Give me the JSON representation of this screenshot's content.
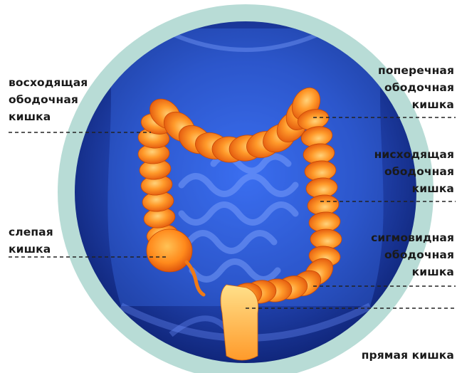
{
  "colors": {
    "ring": "#b8dcd6",
    "body_blue": "#2f5bd6",
    "colon_orange": "#ff8a1c",
    "leader_line": "#222222"
  },
  "labels": {
    "ascending": [
      "восходящая",
      "ободочная",
      "кишка"
    ],
    "cecum": [
      "слепая",
      "кишка"
    ],
    "transverse": [
      "поперечная",
      "ободочная",
      "кишка"
    ],
    "descending": [
      "нисходящая",
      "ободочная",
      "кишка"
    ],
    "sigmoid": [
      "сигмовидная",
      "ободочная",
      "кишка"
    ],
    "rectum": [
      "прямая кишка"
    ]
  }
}
